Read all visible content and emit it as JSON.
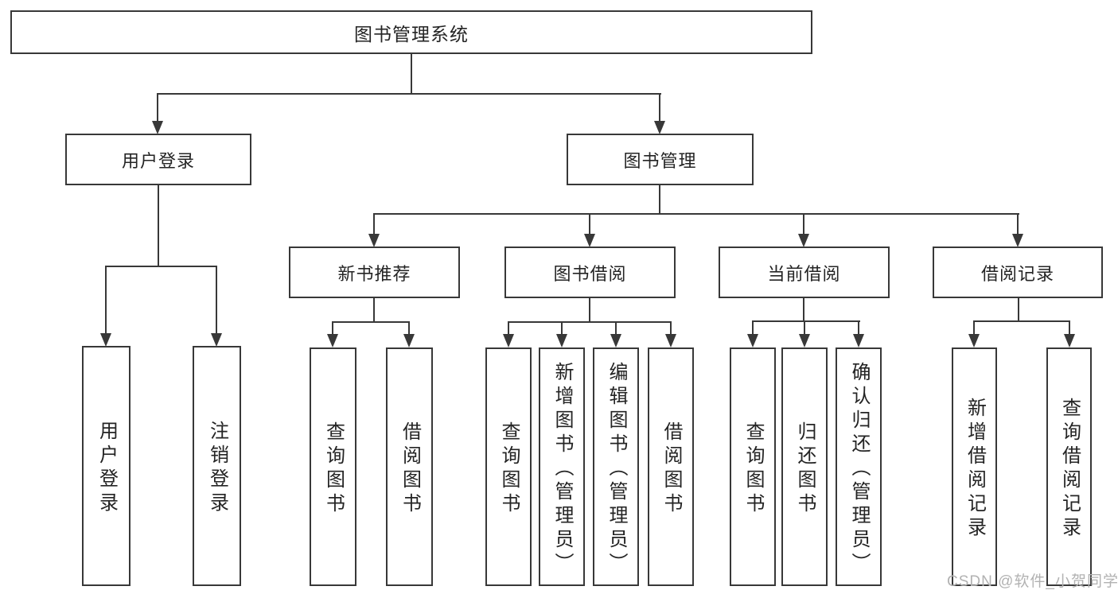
{
  "diagram_title": "图书管理系统",
  "colors": {
    "background": "#ffffff",
    "line": "#383838",
    "box_border": "#383838",
    "text": "#242424",
    "watermark_text": "#b2b2b2"
  },
  "tree": {
    "label": "图书管理系统",
    "children": [
      {
        "label": "用户登录",
        "children": [
          {
            "label": "用户登录"
          },
          {
            "label": "注销登录"
          }
        ]
      },
      {
        "label": "图书管理",
        "children": [
          {
            "label": "新书推荐",
            "children": [
              {
                "label": "查询图书"
              },
              {
                "label": "借阅图书"
              }
            ]
          },
          {
            "label": "图书借阅",
            "children": [
              {
                "label": "查询图书"
              },
              {
                "label": "新增图书（管理员）"
              },
              {
                "label": "编辑图书（管理员）"
              },
              {
                "label": "借阅图书"
              }
            ]
          },
          {
            "label": "当前借阅",
            "children": [
              {
                "label": "查询图书"
              },
              {
                "label": "归还图书"
              },
              {
                "label": "确认归还（管理员）"
              }
            ]
          },
          {
            "label": "借阅记录",
            "children": [
              {
                "label": "新增借阅记录"
              },
              {
                "label": "查询借阅记录"
              }
            ]
          }
        ]
      }
    ]
  },
  "watermark": {
    "text": "CSDN @软件_小贺同学"
  }
}
